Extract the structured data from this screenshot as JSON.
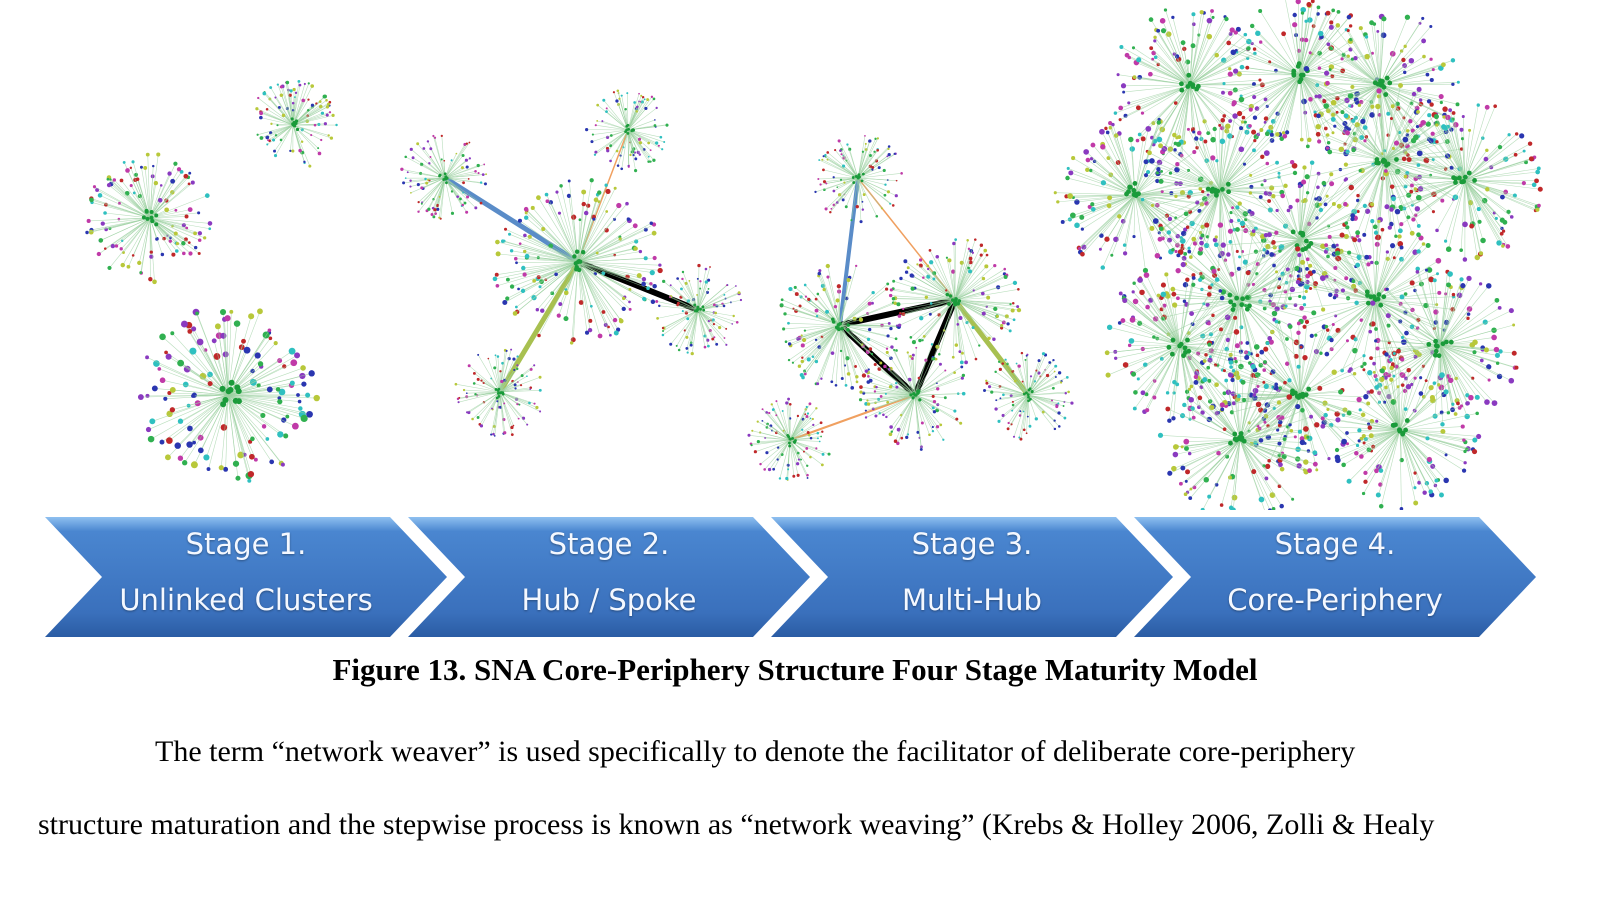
{
  "figure": {
    "stages": [
      {
        "title": "Stage 1.",
        "name": "Unlinked Clusters"
      },
      {
        "title": "Stage 2.",
        "name": "Hub / Spoke"
      },
      {
        "title": "Stage 3.",
        "name": "Multi-Hub"
      },
      {
        "title": "Stage 4.",
        "name": "Core-Periphery"
      }
    ],
    "caption": "Figure 13. SNA Core-Periphery Structure Four Stage Maturity Model",
    "colors": {
      "chevron": "#3f78c4",
      "hub": "#1a9b3a",
      "node_palette": [
        "#c03aa8",
        "#2fc0c0",
        "#c0282a",
        "#2a36b0",
        "#b8c83a",
        "#8a3ac0",
        "#30b050"
      ]
    }
  },
  "body": {
    "lines": [
      "The term “network weaver” is used specifically to denote the facilitator of deliberate core-periphery",
      "structure maturation and the stepwise process is known as “network weaving” (Krebs & Holley 2006, Zolli & Healy"
    ]
  }
}
